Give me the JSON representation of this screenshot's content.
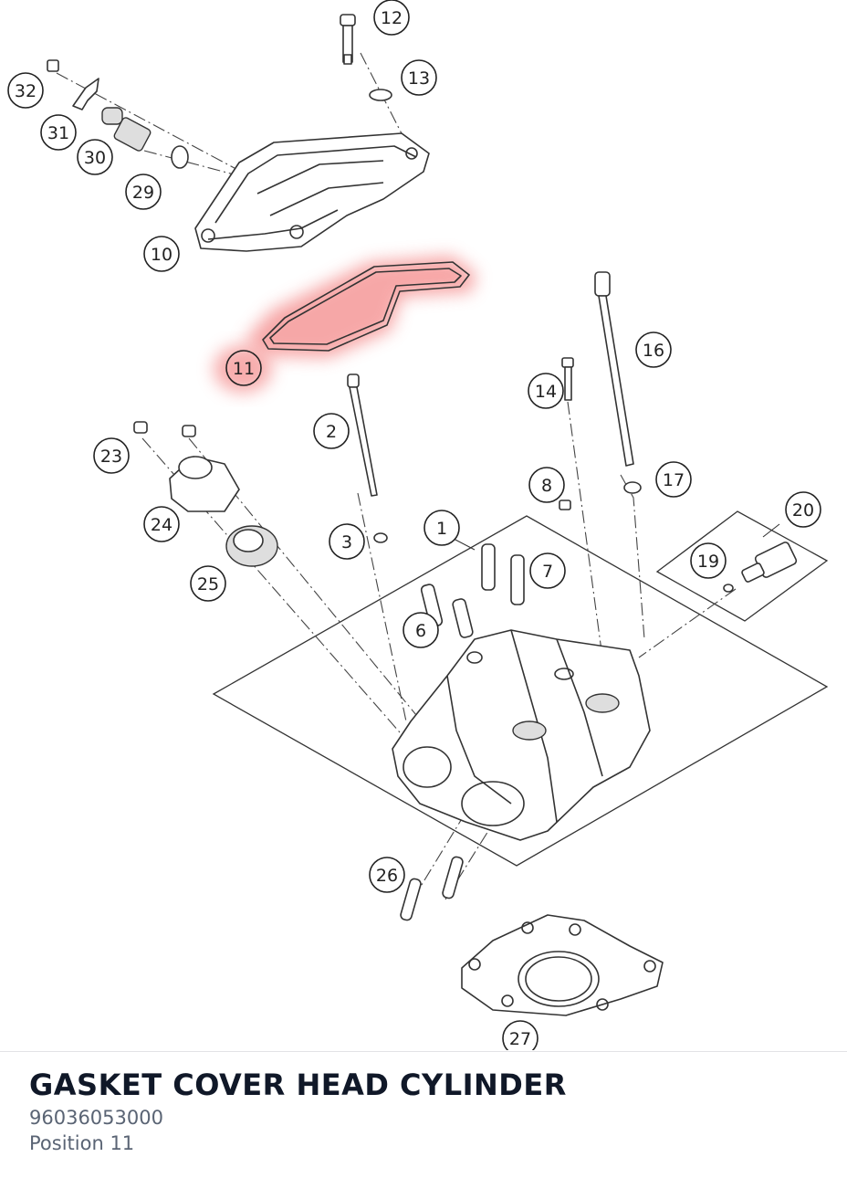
{
  "part": {
    "name": "GASKET COVER HEAD CYLINDER",
    "number": "96036053000",
    "position": "Position 11"
  },
  "diagram": {
    "highlighted_position": "11",
    "highlight_color": "#f48a8a",
    "callouts": [
      "1",
      "2",
      "3",
      "6",
      "7",
      "8",
      "10",
      "11",
      "12",
      "13",
      "14",
      "16",
      "17",
      "19",
      "20",
      "23",
      "24",
      "25",
      "26",
      "27",
      "29",
      "30",
      "31",
      "32"
    ]
  }
}
